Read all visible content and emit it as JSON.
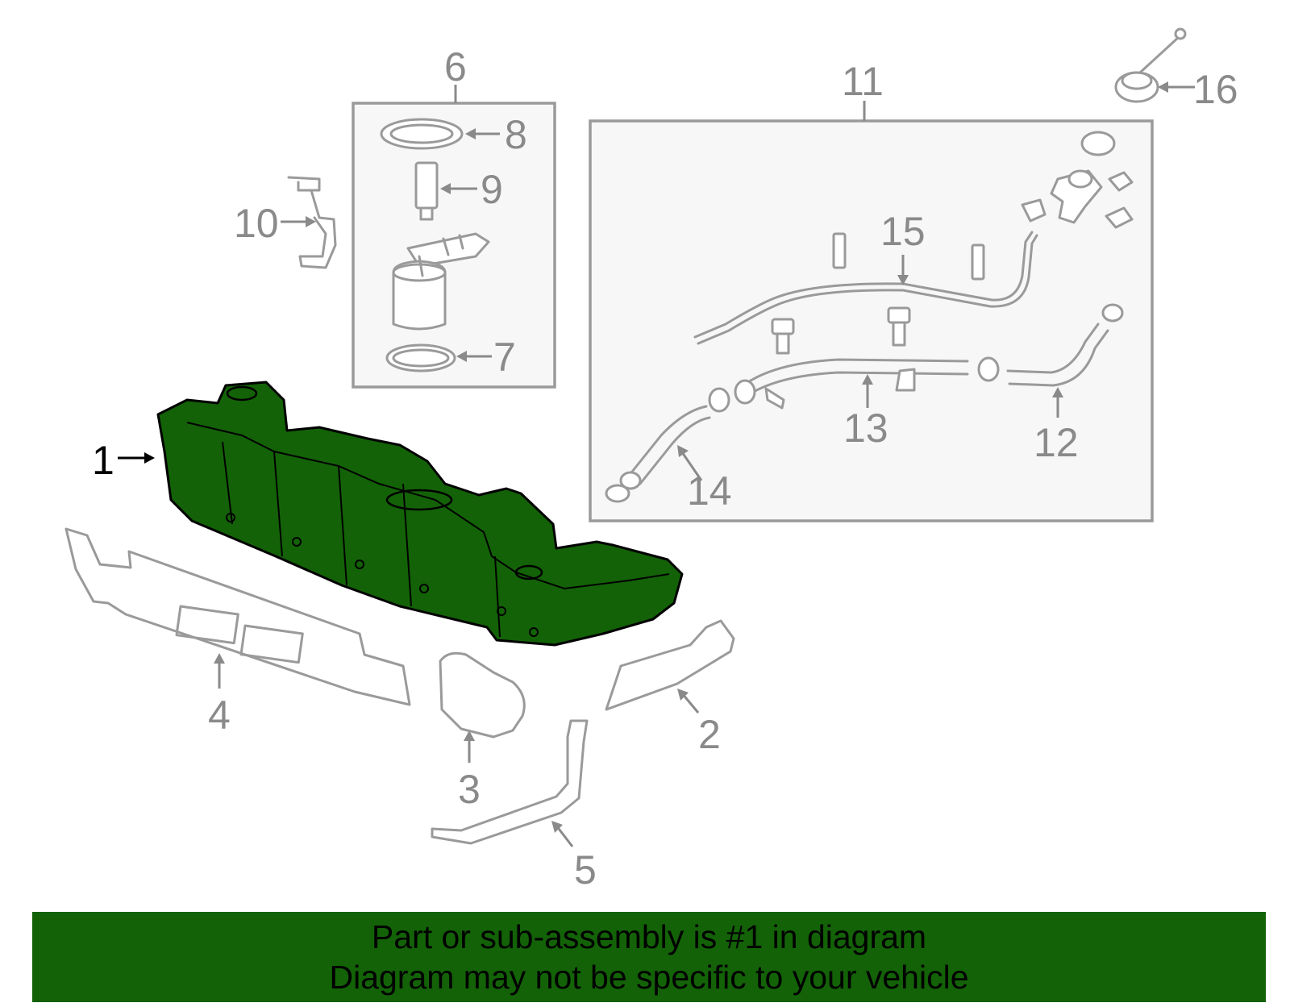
{
  "callouts": {
    "c1": "1",
    "c2": "2",
    "c3": "3",
    "c4": "4",
    "c5": "5",
    "c6": "6",
    "c7": "7",
    "c8": "8",
    "c9": "9",
    "c10": "10",
    "c11": "11",
    "c12": "12",
    "c13": "13",
    "c14": "14",
    "c15": "15",
    "c16": "16"
  },
  "highlighted_part": "1",
  "colors": {
    "highlight": "#136207",
    "banner": "#136207",
    "linework": "#9a9a9a",
    "callout_text": "#8a8a8a"
  },
  "banner": {
    "line1": "Part or sub-assembly is #1 in diagram",
    "line2": "Diagram may not be specific to your vehicle"
  }
}
